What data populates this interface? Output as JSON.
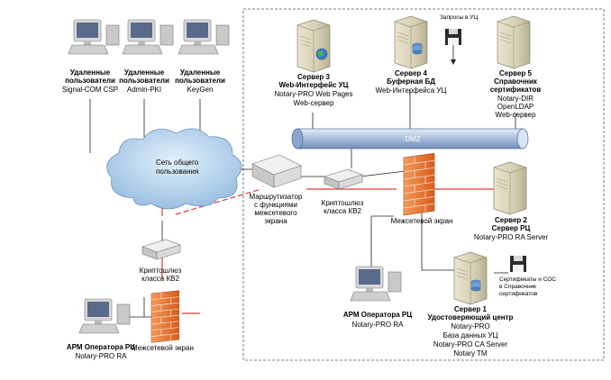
{
  "remote_users": [
    {
      "title1": "Удаленные",
      "title2": "пользователи",
      "sub": "Signal-COM CSP"
    },
    {
      "title1": "Удаленные",
      "title2": "пользователи",
      "sub": "Admin-PKI"
    },
    {
      "title1": "Удаленные",
      "title2": "пользователи",
      "sub": "KeyGen"
    }
  ],
  "cloud": {
    "line1": "Сеть общего",
    "line2": "пользования"
  },
  "router": {
    "lines": [
      "Маршрутизатор",
      "с функциями",
      "межсетевого",
      "экрана"
    ]
  },
  "crypto_gw_center": {
    "line1": "Криптошлюз",
    "line2": "класса КВ2"
  },
  "crypto_gw_left": {
    "line1": "Криптошлюз",
    "line2": "класса КВ2"
  },
  "dmz": {
    "label": "DMZ"
  },
  "firewall_center": {
    "label": "Межсетевой экран"
  },
  "firewall_left": {
    "label": "Межсетевой экран"
  },
  "server3": {
    "title1": "Сервер 3",
    "title2": "Web-Интерфейс УЦ",
    "line1": "Notary-PRO Web Pages",
    "line2": "Web-сервер"
  },
  "server4": {
    "title1": "Сервер 4",
    "title2": "Буферная БД",
    "line1": "Web-Интерфейса УЦ",
    "note": "Запросы в УЦ"
  },
  "server5": {
    "title1": "Сервер 5",
    "title2": "Справочник",
    "title3": "сертификатов",
    "line1": "Notary-DIR",
    "line2": "OpenLDAP",
    "line3": "Web-сервер"
  },
  "server2": {
    "title1": "Сервер 2",
    "title2": "Сервер РЦ",
    "line1": "Notary-PRO RA Server"
  },
  "server1": {
    "title1": "Сервер 1",
    "title2": "Удостоверяющий центр",
    "lines": [
      "Notary-PRO",
      "База данных УЦ",
      "Notary-PRO CA Server",
      "Notary TM"
    ],
    "note": [
      "Сертификаты и СОС",
      "в Справочник",
      "сертификатов"
    ]
  },
  "arm_center": {
    "title": "АРМ Оператора РЦ",
    "sub": "Notary-PRO RA"
  },
  "arm_left": {
    "title": "АРМ Оператора РЦ",
    "sub": "Notary-PRO RA"
  },
  "colors": {
    "dmz": "#a9bfdc",
    "firewall": "#e8742a",
    "link_red": "#e0393b",
    "cloud": "#b9d6ef"
  }
}
